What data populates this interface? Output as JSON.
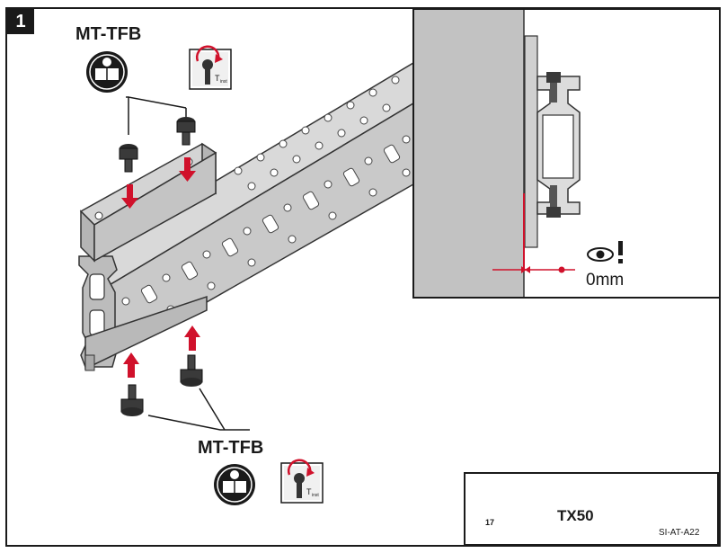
{
  "step": {
    "number": "1"
  },
  "labels": {
    "top_product": "MT-TFB",
    "bottom_product": "MT-TFB",
    "gap_value": "0mm"
  },
  "icons": {
    "manual": "read-manual-icon",
    "torque": "torque-wrench-icon",
    "torque_subscript": "inst",
    "eye_check": "eye-check-icon",
    "ratchet": "ratchet-wrench-icon",
    "torx": "torx-bit-icon"
  },
  "tools": {
    "hex_size": "17",
    "bit": "TX50",
    "code": "SI-AT-A22"
  },
  "colors": {
    "arrow_red": "#d0112b",
    "metal": "#c9c9c9",
    "metal_dark": "#8c8c8c",
    "wall": "#c2c2c2"
  }
}
